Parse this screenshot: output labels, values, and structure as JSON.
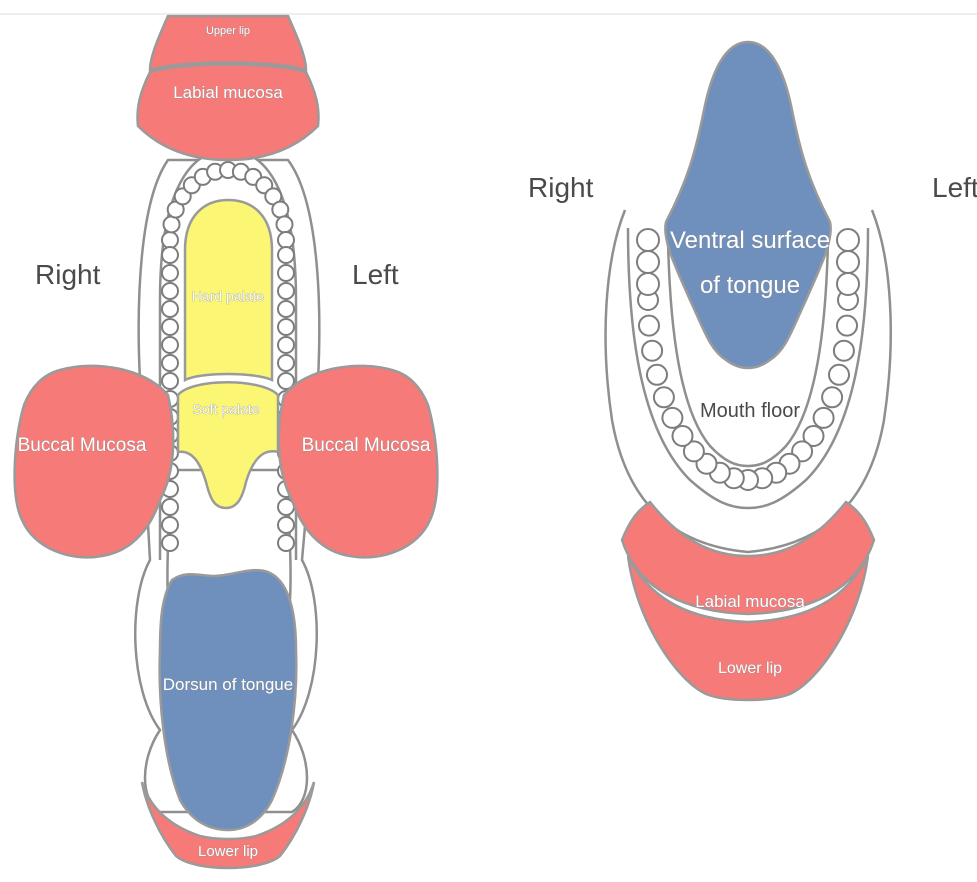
{
  "colors": {
    "mucosa": "#f57a78",
    "palate": "#fbf775",
    "tongue": "#6f8fbd",
    "outline": "#8f8f8f",
    "background": "#ffffff"
  },
  "left_view": {
    "right_label": "Right",
    "left_label": "Left",
    "regions": {
      "upper_lip": "Upper lip",
      "labial_mucosa": "Labial mucosa",
      "hard_palate": "Hard palate",
      "soft_palate": "Soft palate",
      "buccal_mucosa_right": "Buccal Mucosa",
      "buccal_mucosa_left": "Buccal Mucosa",
      "dorsum_of_tongue": "Dorsun of tongue",
      "lower_lip": "Lower lip"
    }
  },
  "right_view": {
    "right_label": "Right",
    "left_label": "Left",
    "regions": {
      "ventral_tongue_line1": "Ventral surface",
      "ventral_tongue_line2": "of tongue",
      "mouth_floor": "Mouth floor",
      "labial_mucosa": "Labial mucosa",
      "lower_lip": "Lower lip"
    }
  }
}
